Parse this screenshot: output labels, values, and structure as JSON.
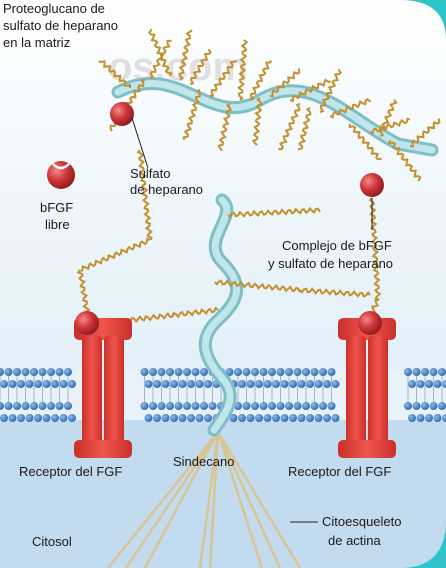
{
  "labels": {
    "proteoglycan_1": "Proteoglucano de",
    "proteoglycan_2": "sulfato de heparano",
    "proteoglycan_3": "en la matriz",
    "heparan_1": "Sulfato",
    "heparan_2": "de heparano",
    "bfgf_1": "bFGF",
    "bfgf_2": "libre",
    "complex_1": "Complejo de bFGF",
    "complex_2": "y sulfato de heparano",
    "receptor_left": "Receptor del FGF",
    "syndecan": "Sindecano",
    "receptor_right": "Receptor del FGF",
    "cytosol": "Citosol",
    "actin_1": "Citoesqueleto",
    "actin_2": "de actina"
  },
  "watermark": "os.com",
  "colors": {
    "background": "#ffffff",
    "extracellular": "#d9ecf4",
    "cytosol": "#c4dbee",
    "membrane_head": "#3a78c2",
    "receptor": "#e8463f",
    "bfgf": "#c2272d",
    "heparan_chain": "#c89432",
    "core_protein": "#9ed2d8",
    "actin": "#d8c89c",
    "accent_corner": "#2ec4c8"
  }
}
